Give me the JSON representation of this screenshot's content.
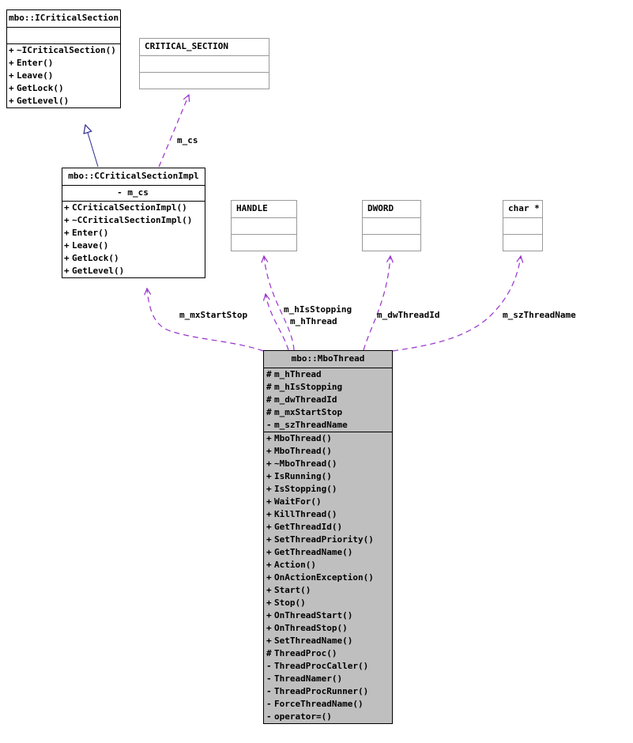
{
  "diagram": {
    "title": "mbo::MboThread collaboration diagram",
    "type": "uml-class-collaboration",
    "colors": {
      "background": "#ffffff",
      "node_border": "#000000",
      "type_node_border": "#999999",
      "highlight_fill": "#bfbfbf",
      "inheritance_edge": "#2a2a8c",
      "usage_edge": "#9932cc",
      "text": "#000000"
    }
  },
  "nodes": {
    "icriticalsection": {
      "name": "mbo::ICriticalSection",
      "attributes": [],
      "methods": [
        {
          "vis": "+",
          "label": "~ICriticalSection()"
        },
        {
          "vis": "+",
          "label": "Enter()"
        },
        {
          "vis": "+",
          "label": "Leave()"
        },
        {
          "vis": "+",
          "label": "GetLock()"
        },
        {
          "vis": "+",
          "label": "GetLevel()"
        }
      ]
    },
    "critical_section": {
      "name": "CRITICAL_SECTION",
      "attributes": [],
      "methods": []
    },
    "ccriticalsectionimpl": {
      "name": "mbo::CCriticalSectionImpl",
      "attributes": [
        {
          "vis": "-",
          "label": "m_cs"
        }
      ],
      "methods": [
        {
          "vis": "+",
          "label": "CCriticalSectionImpl()"
        },
        {
          "vis": "+",
          "label": "~CCriticalSectionImpl()"
        },
        {
          "vis": "+",
          "label": "Enter()"
        },
        {
          "vis": "+",
          "label": "Leave()"
        },
        {
          "vis": "+",
          "label": "GetLock()"
        },
        {
          "vis": "+",
          "label": "GetLevel()"
        }
      ]
    },
    "handle": {
      "name": "HANDLE",
      "attributes": [],
      "methods": []
    },
    "dword": {
      "name": "DWORD",
      "attributes": [],
      "methods": []
    },
    "charp": {
      "name": "char *",
      "attributes": [],
      "methods": []
    },
    "mbothread": {
      "name": "mbo::MboThread",
      "attributes": [
        {
          "vis": "#",
          "label": "m_hThread"
        },
        {
          "vis": "#",
          "label": "m_hIsStopping"
        },
        {
          "vis": "#",
          "label": "m_dwThreadId"
        },
        {
          "vis": "#",
          "label": "m_mxStartStop"
        },
        {
          "vis": "-",
          "label": "m_szThreadName"
        }
      ],
      "methods": [
        {
          "vis": "+",
          "label": "MboThread()"
        },
        {
          "vis": "+",
          "label": "MboThread()"
        },
        {
          "vis": "+",
          "label": "~MboThread()"
        },
        {
          "vis": "+",
          "label": "IsRunning()"
        },
        {
          "vis": "+",
          "label": "IsStopping()"
        },
        {
          "vis": "+",
          "label": "WaitFor()"
        },
        {
          "vis": "+",
          "label": "KillThread()"
        },
        {
          "vis": "+",
          "label": "GetThreadId()"
        },
        {
          "vis": "+",
          "label": "SetThreadPriority()"
        },
        {
          "vis": "+",
          "label": "GetThreadName()"
        },
        {
          "vis": "+",
          "label": "Action()"
        },
        {
          "vis": "+",
          "label": "OnActionException()"
        },
        {
          "vis": "+",
          "label": "Start()"
        },
        {
          "vis": "+",
          "label": "Stop()"
        },
        {
          "vis": "+",
          "label": "OnThreadStart()"
        },
        {
          "vis": "+",
          "label": "OnThreadStop()"
        },
        {
          "vis": "+",
          "label": "SetThreadName()"
        },
        {
          "vis": "#",
          "label": "ThreadProc()"
        },
        {
          "vis": "-",
          "label": "ThreadProcCaller()"
        },
        {
          "vis": "-",
          "label": "ThreadNamer()"
        },
        {
          "vis": "-",
          "label": "ThreadProcRunner()"
        },
        {
          "vis": "-",
          "label": "ForceThreadName()"
        },
        {
          "vis": "-",
          "label": "operator=()"
        }
      ]
    }
  },
  "edges": [
    {
      "id": "inherit-impl-interface",
      "kind": "inheritance",
      "from": "ccriticalsectionimpl",
      "to": "icriticalsection",
      "label": ""
    },
    {
      "id": "uses-impl-criticalsection",
      "kind": "usage",
      "from": "ccriticalsectionimpl",
      "to": "critical_section",
      "label": "m_cs"
    },
    {
      "id": "uses-mbothread-mutex",
      "kind": "usage",
      "from": "mbothread",
      "to": "ccriticalsectionimpl",
      "label": "m_mxStartStop"
    },
    {
      "id": "uses-mbothread-handle",
      "kind": "usage",
      "from": "mbothread",
      "to": "handle",
      "label": "m_hIsStopping\nm_hThread"
    },
    {
      "id": "uses-mbothread-dword",
      "kind": "usage",
      "from": "mbothread",
      "to": "dword",
      "label": "m_dwThreadId"
    },
    {
      "id": "uses-mbothread-charp",
      "kind": "usage",
      "from": "mbothread",
      "to": "charp",
      "label": "m_szThreadName"
    }
  ],
  "edge_labels": {
    "m_cs": "m_cs",
    "m_mxStartStop": "m_mxStartStop",
    "m_hIsStopping": "m_hIsStopping",
    "m_hThread": "m_hThread",
    "m_dwThreadId": "m_dwThreadId",
    "m_szThreadName": "m_szThreadName"
  }
}
